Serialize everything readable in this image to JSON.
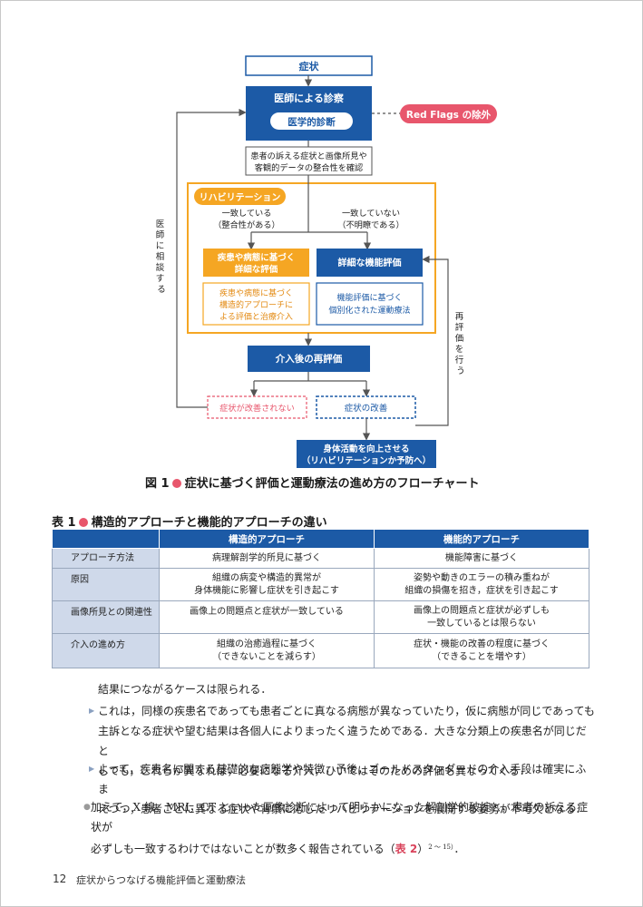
{
  "flowchart": {
    "symptom": "症状",
    "doctor_exam": "医師による診察",
    "medical_diagnosis": "医学的診断",
    "red_flags": "Red Flags の除外",
    "consult_line1": "患者の訴える症状と画像所見や",
    "consult_line2": "客観的データの整合性を確認",
    "rehab_label": "リハビリテーション",
    "match_line1": "一致している",
    "match_line2": "（整合性がある）",
    "nomatch_line1": "一致していない",
    "nomatch_line2": "（不明瞭である）",
    "structural_line1": "疾患や病態に基づく",
    "structural_line2": "詳細な評価",
    "functional_eval": "詳細な機能評価",
    "structural_desc_line1": "疾患や病態に基づく",
    "structural_desc_line2": "構造的アプローチに",
    "structural_desc_line3": "よる評価と治療介入",
    "functional_desc_line1": "機能評価に基づく",
    "functional_desc_line2": "個別化された運動療法",
    "reevaluation": "介入後の再評価",
    "not_improved": "症状が改善されない",
    "improved": "症状の改善",
    "final_line1": "身体活動を向上させる",
    "final_line2": "（リハビリテーションか予防へ）",
    "left_side_label": "医師に相談する",
    "right_side_label": "再評価を行う"
  },
  "figure_caption": "症状に基づく評価と運動療法の進め方のフローチャート",
  "figure_caption_prefix": "図 1",
  "table": {
    "caption_prefix": "表 1",
    "caption": "構造的アプローチと機能的アプローチの違い",
    "headers": [
      "",
      "構造的アプローチ",
      "機能的アプローチ"
    ],
    "rows": [
      {
        "label": "アプローチ方法",
        "structural": "病理解剖学的所見に基づく",
        "functional": "機能障害に基づく"
      },
      {
        "label": "原因",
        "structural_1": "組織の病変や構造的異常が",
        "structural_2": "身体機能に影響し症状を引き起こす",
        "functional_1": "姿勢や動きのエラーの積み重ねが",
        "functional_2": "組織の損傷を招き，症状を引き起こす"
      },
      {
        "label": "画像所見との関連性",
        "structural": "画像上の問題点と症状が一致している",
        "functional_1": "画像上の問題点と症状が必ずしも",
        "functional_2": "一致しているとは限らない"
      },
      {
        "label": "介入の進め方",
        "structural_1": "組織の治癒過程に基づく",
        "structural_2": "（できないことを減らす）",
        "functional_1": "症状・機能の改善の程度に基づく",
        "functional_2": "（できることを増やす）"
      }
    ]
  },
  "body": {
    "p0": "結果につながるケースは限られる．",
    "b1_l1": "これは，同様の疾患名であっても患者ごとに真なる病態が異なっていたり，仮に病態が同じであっても",
    "b1_l2": "主訴となる症状や望む結果は各個人によりまったく違うためである．大きな分類上の疾患名が同じだと",
    "b1_l3": "しても，これらが異なれば，必要になる介入，ひいてはそのための評価も異なってくる．",
    "b2_l1": "よって，疾患名に関する基礎的な病態学や特徴，予後，ゴールドスタンダードの介入手段は確実にふま",
    "b2_l2": "えつつ，患者ごとに異なる症状や背景に応じたリハビリテーションを展開する姿勢が不可欠となる．",
    "b3_l1": "加えて，X 線，MRI，CT といった画像診断によって明らかになった解剖学的破綻と，患者の訴える症状が",
    "b3_l2_a": "必ずしも一致するわけではないことが数多く報告されている（",
    "b3_ref": "表 2",
    "b3_l2_b": "）",
    "b3_sup": "2 ～ 15）",
    "b3_end": "．"
  },
  "footer": {
    "page_number": "12",
    "title": "症状からつなげる機能評価と運動療法"
  },
  "colors": {
    "blue": "#1c5aa6",
    "orange": "#f5a623",
    "pink": "#e8566c",
    "header_row_bg": "#cfd9ea"
  }
}
